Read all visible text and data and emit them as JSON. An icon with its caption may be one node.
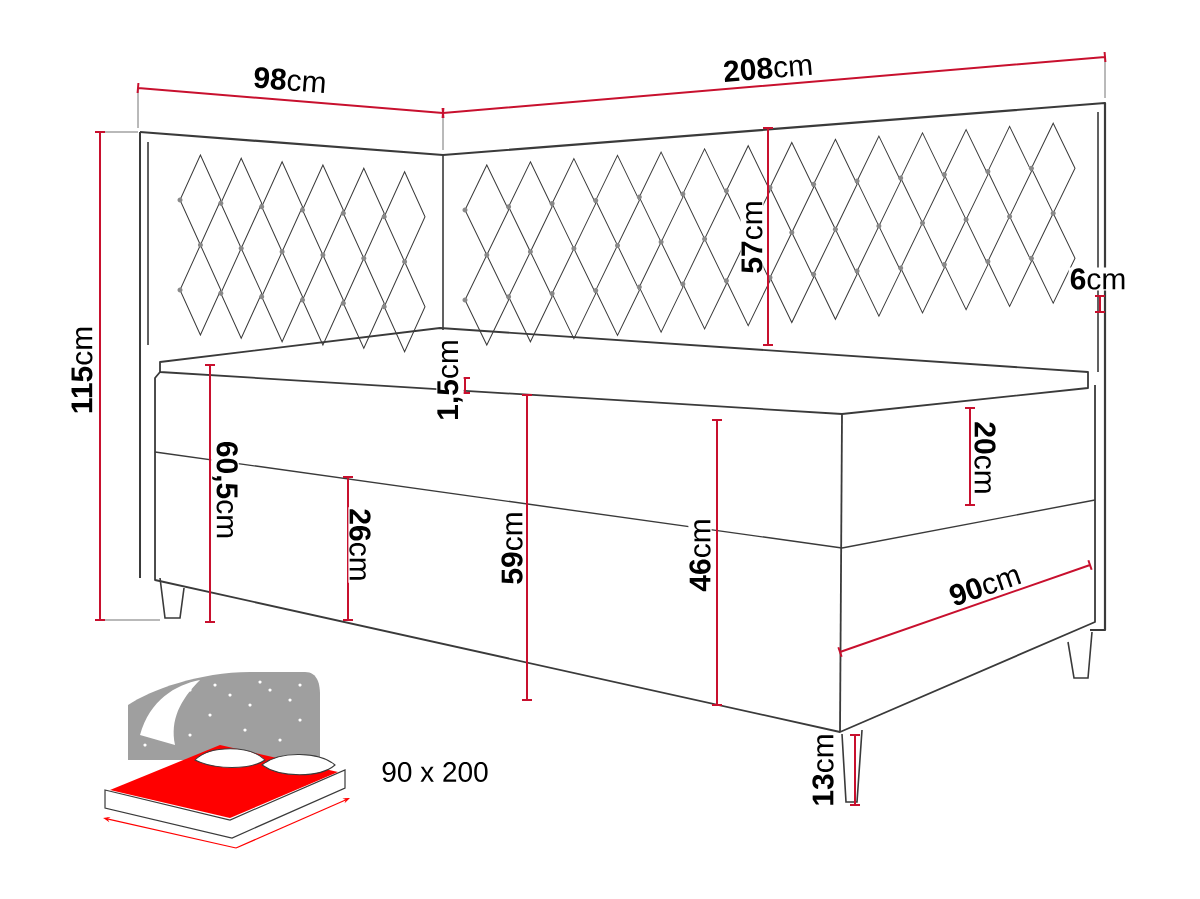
{
  "diagram": {
    "labels": [
      "**98**cm",
      "**208**cm",
      "**57**cm",
      "**6**cm",
      "**115**cm",
      "**1,5**cm",
      "**20**cm",
      "**60,5**cm",
      "**26**cm",
      "**59**cm",
      "**46**cm",
      "**90**cm",
      "**13**cm",
      "90 x 200"
    ]
  }
}
